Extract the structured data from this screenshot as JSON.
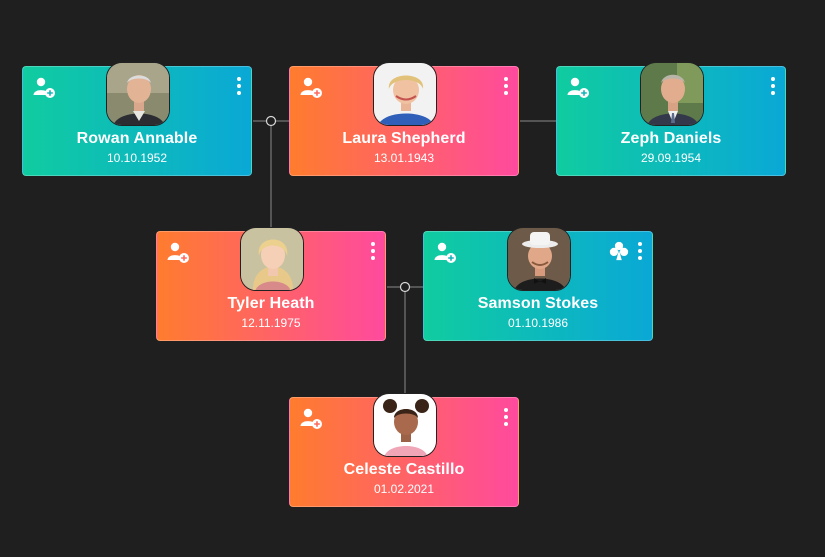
{
  "tree": {
    "people": {
      "rowan": {
        "name": "Rowan Annable",
        "date": "10.10.1952"
      },
      "laura": {
        "name": "Laura Shepherd",
        "date": "13.01.1943"
      },
      "zeph": {
        "name": "Zeph Daniels",
        "date": "29.09.1954"
      },
      "tyler": {
        "name": "Tyler Heath",
        "date": "12.11.1975"
      },
      "samson": {
        "name": "Samson Stokes",
        "date": "01.10.1986"
      },
      "celeste": {
        "name": "Celeste Castillo",
        "date": "01.02.2021"
      }
    },
    "colors": {
      "background": "#1f1f1f",
      "teal_start": "#10cca0",
      "teal_end": "#0aa8d6",
      "warm_start": "#ff7c2e",
      "warm_end": "#ff4a9e",
      "connector": "#8a8a8a"
    },
    "icons": {
      "add": "add-person-icon",
      "menu": "more-vertical-icon",
      "club": "club-icon"
    }
  }
}
